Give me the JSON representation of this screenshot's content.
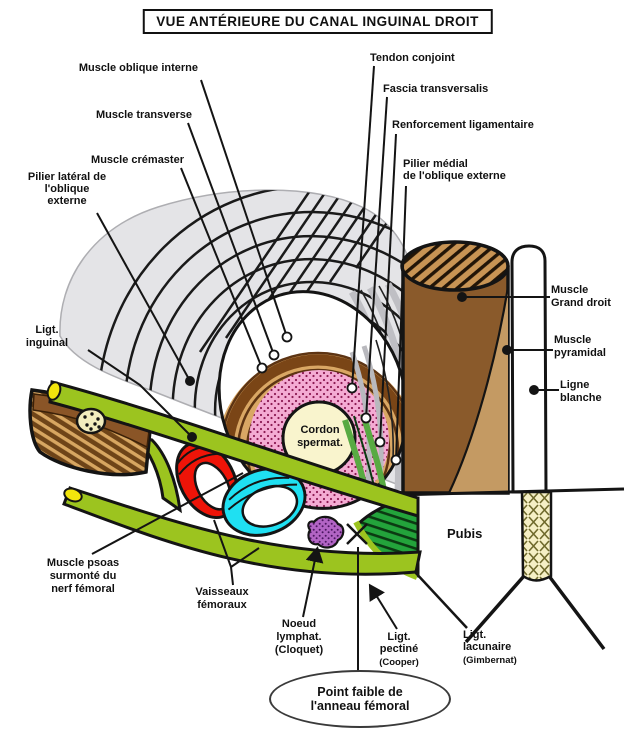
{
  "title": "VUE ANTÉRIEURE DU CANAL INGUINAL DROIT",
  "labels": {
    "oblique_interne": "Muscle oblique interne",
    "transverse": "Muscle transverse",
    "cremaster": "Muscle crémaster",
    "pilier_lateral": "Pilier latéral de\nl'oblique\nexterne",
    "tendon_conjoint": "Tendon conjoint",
    "fascia_transversalis": "Fascia transversalis",
    "renforcement": "Renforcement ligamentaire",
    "pilier_medial": "Pilier médial\nde l'oblique externe",
    "grand_droit": "Muscle\nGrand droit",
    "pyramidal": "Muscle\npyramidal",
    "ligne_blanche": "Ligne\nblanche",
    "ligt_inguinal": "Ligt.\ninguinal",
    "cordon": "Cordon\nspermat.",
    "psoas": "Muscle psoas\nsurmonté du\nnerf fémoral",
    "vaisseaux": "Vaisseaux\nfémoraux",
    "noeud": "Noeud\nlymphat.\n(Cloquet)",
    "pectine": "Ligt.\npectiné",
    "pectine_sub": "(Cooper)",
    "lacunaire": "Ligt.\nlacunaire",
    "lacunaire_sub": "(Gimbernat)",
    "pubis": "Pubis",
    "point_faible": "Point faible de\nl'anneau fémoral"
  },
  "colors": {
    "ink": "#141414",
    "fan_gray": "#e4e4e7",
    "inguinal_green": "#9cc41f",
    "pectineal_green": "#23a33b",
    "conjoint_green": "#58aa42",
    "artery_red": "#ee1408",
    "vein_cyan": "#1fe0f2",
    "node_purple": "#b264c4",
    "cremaster_pink": "#f4abd3",
    "cordon_cream": "#f9f4cd",
    "rectus_brown": "#8a5a2b",
    "pyramidal_tan": "#c49a63",
    "psoas_brown": "#6e4418",
    "psoas_tan": "#d7a661",
    "symphysis_cream": "#f5efc5",
    "tip_yellow": "#f2e50c"
  }
}
